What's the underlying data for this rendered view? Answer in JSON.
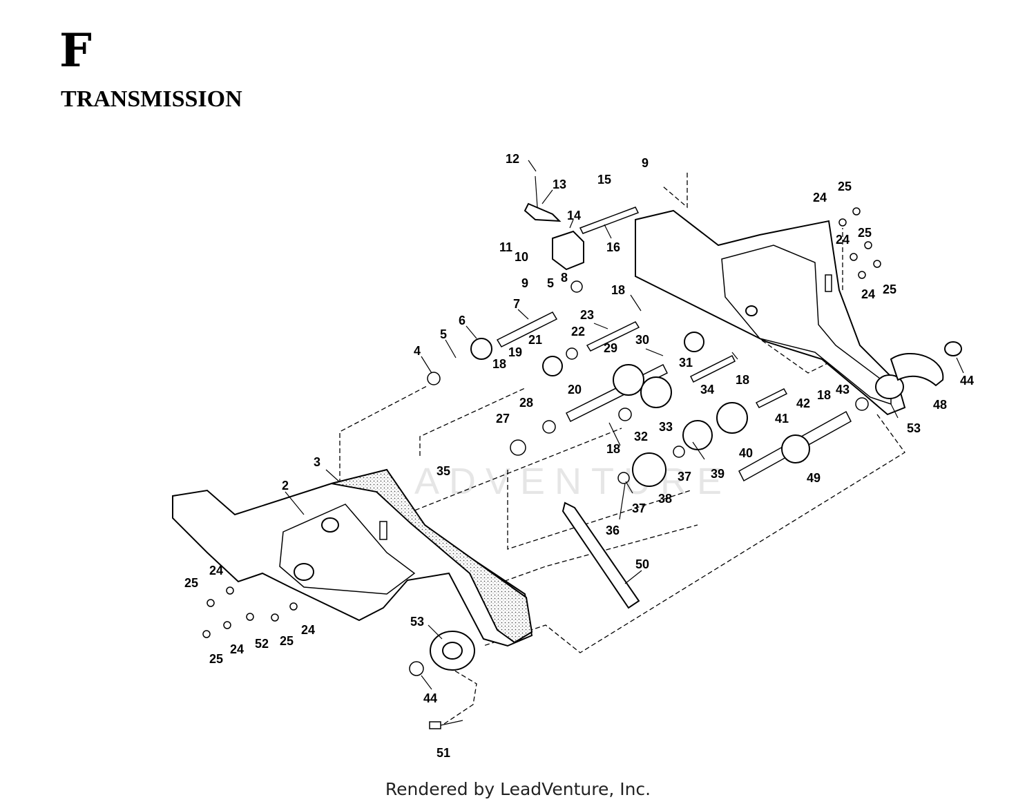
{
  "header": {
    "section_letter": "F",
    "section_title": "TRANSMISSION"
  },
  "watermark": "ADVENTURE",
  "footer": "Rendered by LeadVenture, Inc.",
  "callouts": {
    "c2": "2",
    "c3": "3",
    "c4": "4",
    "c5a": "5",
    "c5b": "5",
    "c6": "6",
    "c7": "7",
    "c8": "8",
    "c9a": "9",
    "c9b": "9",
    "c10": "10",
    "c11": "11",
    "c12": "12",
    "c13": "13",
    "c14": "14",
    "c15": "15",
    "c16": "16",
    "c18a": "18",
    "c18b": "18",
    "c18c": "18",
    "c18d": "18",
    "c18e": "18",
    "c19": "19",
    "c20": "20",
    "c21": "21",
    "c22": "22",
    "c23": "23",
    "c24a": "24",
    "c24b": "24",
    "c24c": "24",
    "c24d": "24",
    "c24e": "24",
    "c24f": "24",
    "c25a": "25",
    "c25b": "25",
    "c25c": "25",
    "c25d": "25",
    "c25e": "25",
    "c25f": "25",
    "c27": "27",
    "c28": "28",
    "c29": "29",
    "c30": "30",
    "c31": "31",
    "c32": "32",
    "c33": "33",
    "c34": "34",
    "c35": "35",
    "c36": "36",
    "c37a": "37",
    "c37b": "37",
    "c38": "38",
    "c39": "39",
    "c40": "40",
    "c41": "41",
    "c42": "42",
    "c43": "43",
    "c44a": "44",
    "c44b": "44",
    "c48": "48",
    "c49": "49",
    "c50": "50",
    "c51": "51",
    "c52": "52",
    "c53a": "53",
    "c53b": "53"
  }
}
